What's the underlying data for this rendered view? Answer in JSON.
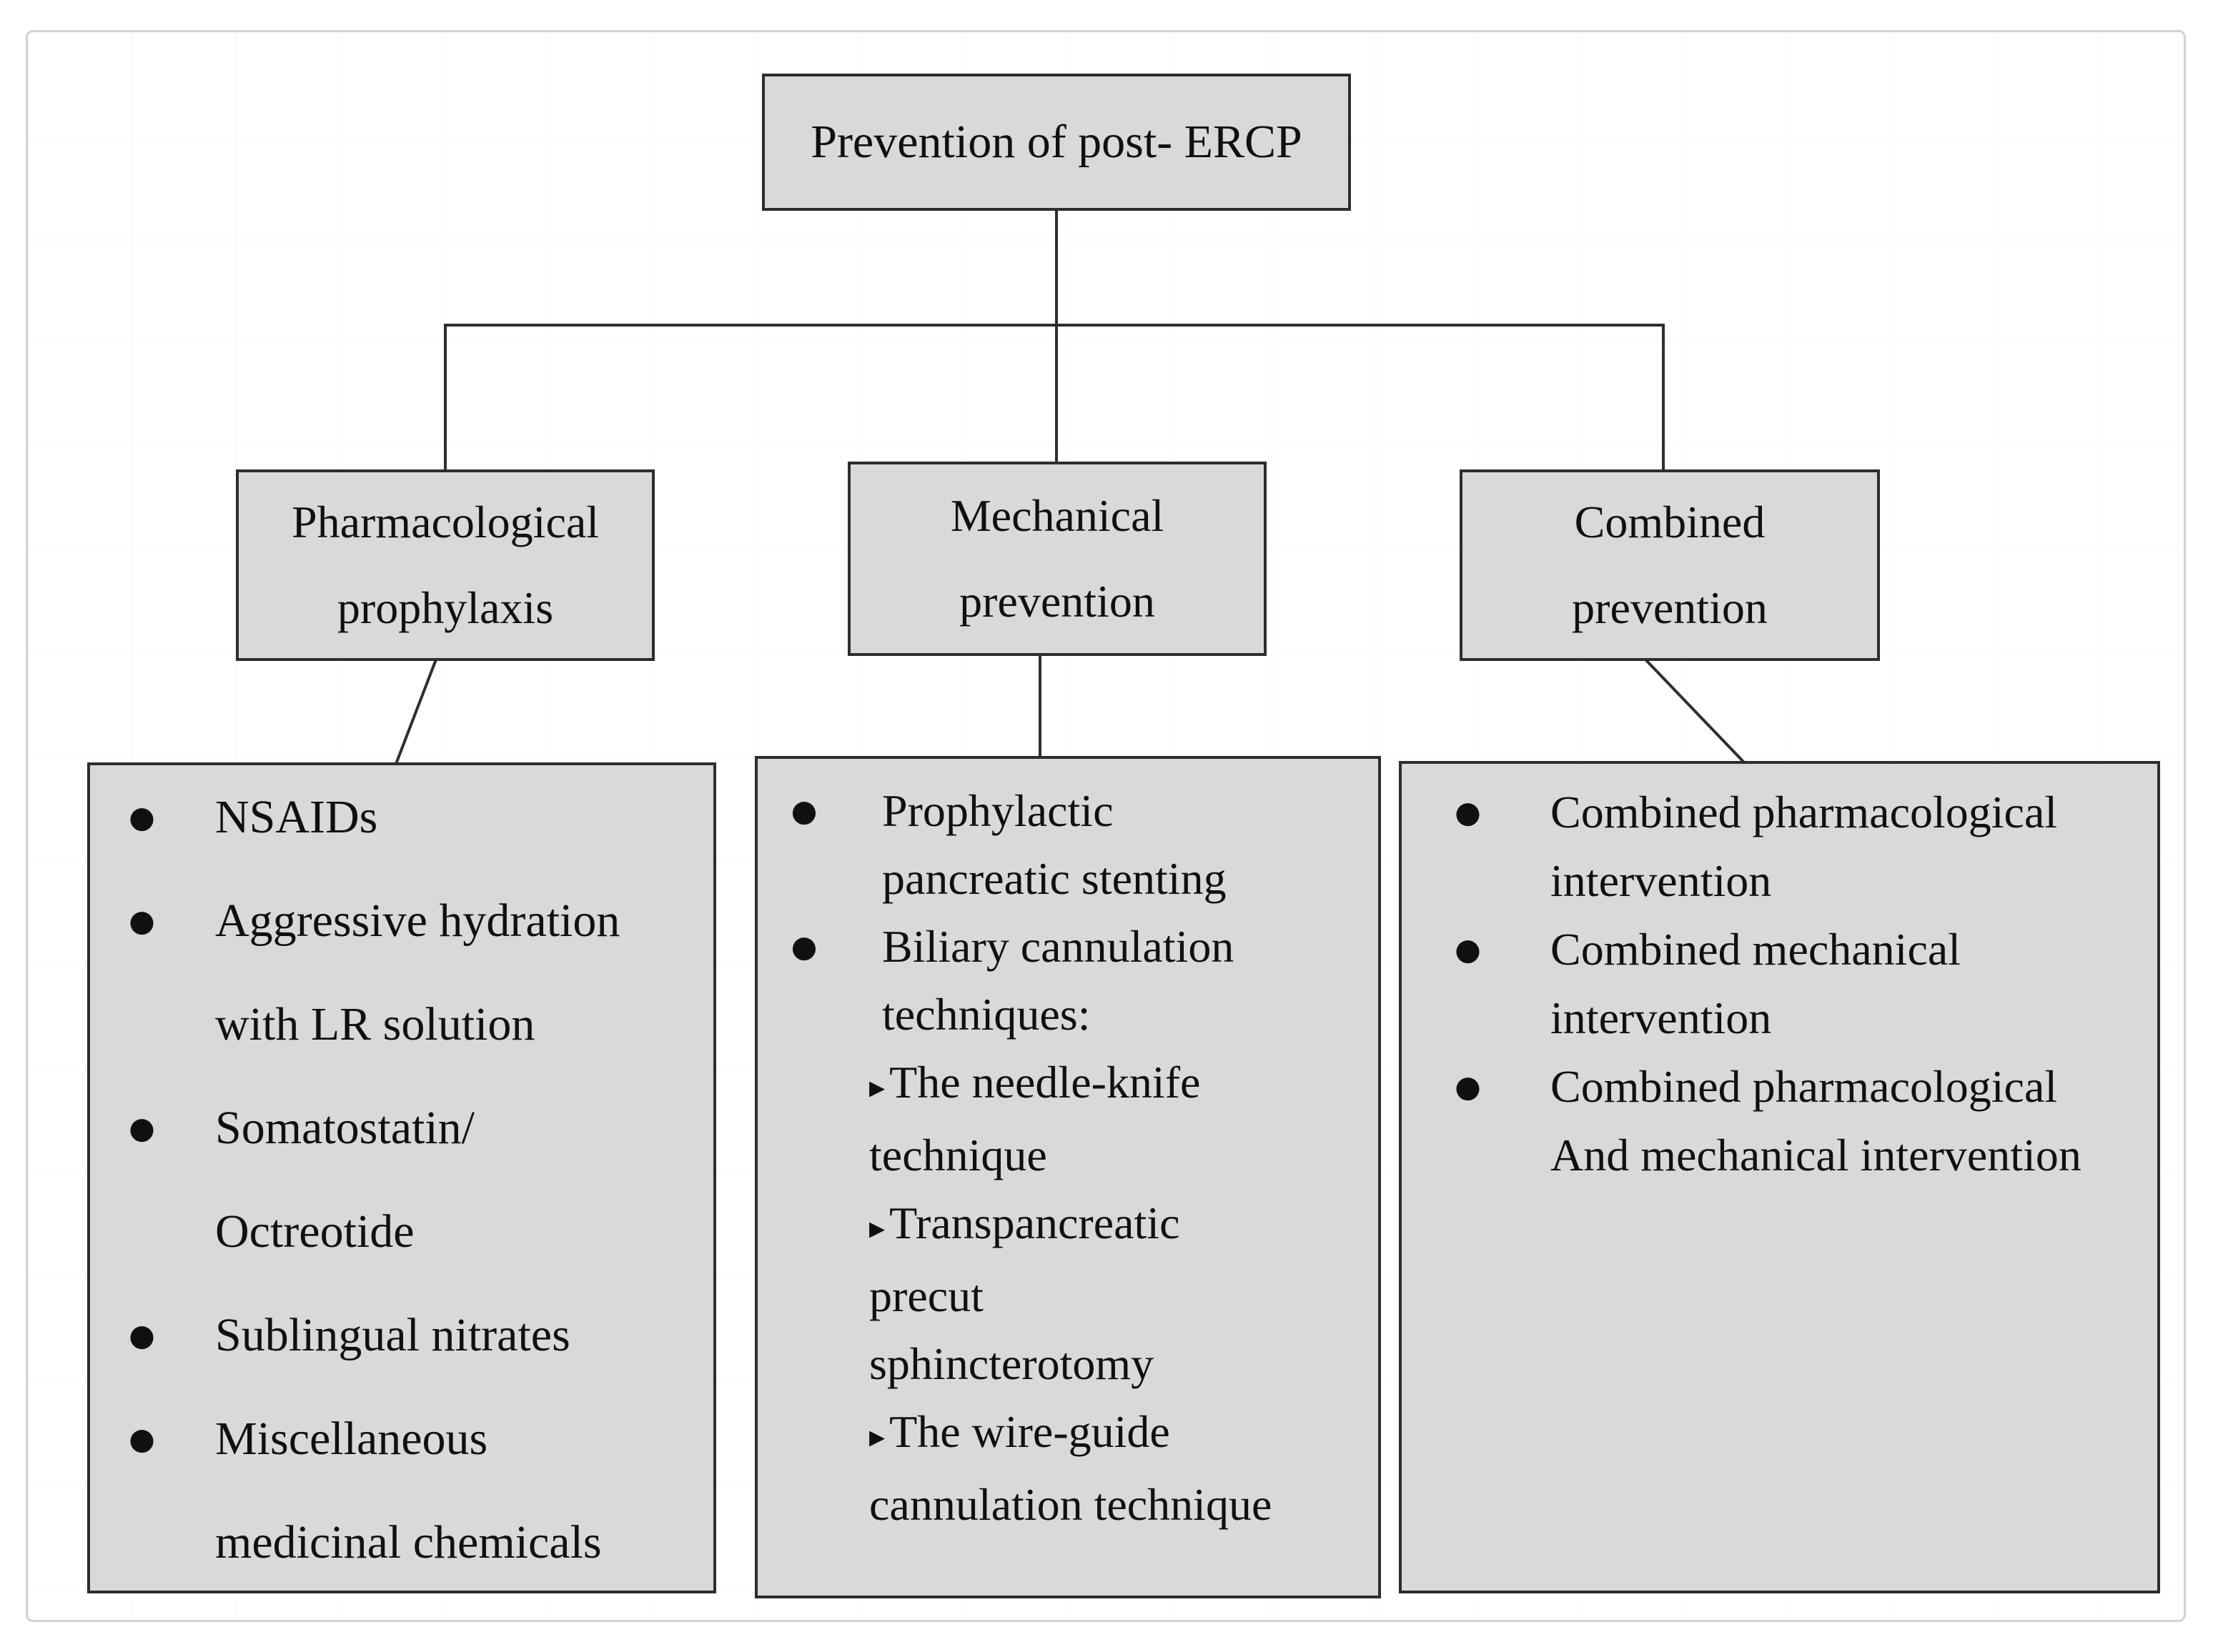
{
  "colors": {
    "background": "#ffffff",
    "frame": "#d2d2d2",
    "box_fill": "#d9d9d9",
    "box_border": "#2d2d2d",
    "connector": "#2e2e2e",
    "text": "#101010"
  },
  "icons": {
    "bullet": "●",
    "sub_bullet": "▸"
  },
  "root": {
    "title": "Prevention of post- ERCP"
  },
  "branches": [
    {
      "id": "pharmacological",
      "lines": [
        "Pharmacological",
        "prophylaxis"
      ]
    },
    {
      "id": "mechanical",
      "lines": [
        "Mechanical",
        "prevention"
      ]
    },
    {
      "id": "combined",
      "lines": [
        "Combined",
        "prevention"
      ]
    }
  ],
  "details": {
    "pharmacological": {
      "items": [
        {
          "lines": [
            "NSAIDs"
          ]
        },
        {
          "lines": [
            "Aggressive hydration",
            "with LR solution"
          ]
        },
        {
          "lines": [
            "Somatostatin/",
            "Octreotide"
          ]
        },
        {
          "lines": [
            "Sublingual nitrates"
          ]
        },
        {
          "lines": [
            "Miscellaneous",
            "medicinal chemicals"
          ]
        }
      ]
    },
    "mechanical": {
      "items": [
        {
          "lines": [
            "Prophylactic",
            "pancreatic stenting"
          ]
        },
        {
          "lines": [
            "Biliary cannulation",
            "techniques:"
          ],
          "sub_items": [
            {
              "lines": [
                "The needle-knife",
                "technique"
              ]
            },
            {
              "lines": [
                "Transpancreatic",
                "precut",
                "sphincterotomy"
              ]
            },
            {
              "lines": [
                "The wire-guide",
                "cannulation technique"
              ]
            }
          ]
        }
      ]
    },
    "combined": {
      "items": [
        {
          "lines": [
            "Combined pharmacological",
            "intervention"
          ]
        },
        {
          "lines": [
            "Combined mechanical",
            "intervention"
          ]
        },
        {
          "lines": [
            "Combined pharmacological",
            "And mechanical intervention"
          ]
        }
      ]
    }
  }
}
